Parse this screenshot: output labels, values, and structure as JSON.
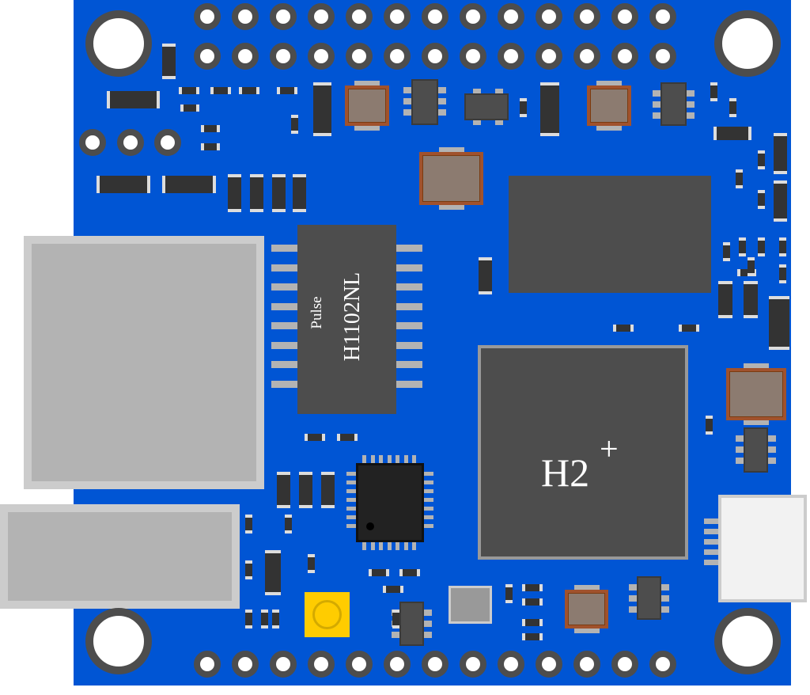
{
  "board": {
    "color": "#0055d4"
  },
  "transformer": {
    "brand": "Pulse",
    "part": "H1102NL"
  },
  "soc": {
    "name": "H2",
    "suffix": "+"
  }
}
